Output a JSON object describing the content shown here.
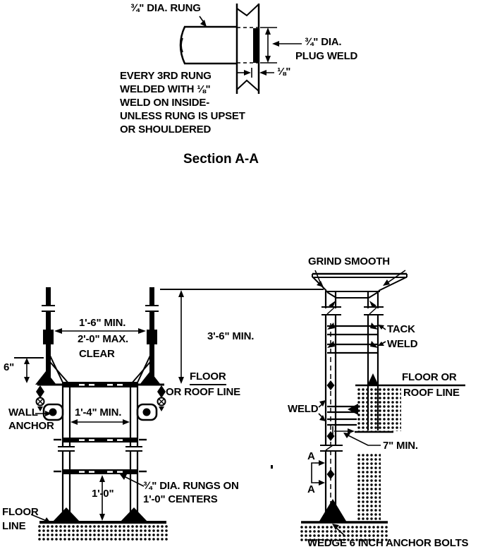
{
  "section_aa": {
    "rung_dia": "¾\" DIA. RUNG",
    "plug_weld_line1": "¾\" DIA.",
    "plug_weld_line2": "PLUG WELD",
    "eighth_dim": "⅛\"",
    "note_line1": "EVERY 3RD RUNG",
    "note_line2": "WELDED WITH ⅛\"",
    "note_line3": "WELD ON INSIDE-",
    "note_line4": "UNLESS RUNG IS UPSET",
    "note_line5": "OR SHOULDERED",
    "title": "Section A-A"
  },
  "left_ladder": {
    "dim_width_min": "1'-6\" MIN.",
    "dim_width_max": "2'-0\" MAX.",
    "dim_width_clear": "CLEAR",
    "dim_extension": "3'-6\" MIN.",
    "dim_six": "6\"",
    "floor_roof_line1": "FLOOR",
    "floor_roof_line2": "OR ROOF LINE",
    "wall_anchor_line1": "WALL",
    "wall_anchor_line2": "ANCHOR",
    "dim_rail": "1'-4\" MIN.",
    "dim_spacing": "1'-0\"",
    "rungs_note_line1": "¾\" DIA. RUNGS ON",
    "rungs_note_line2": "1'-0\" CENTERS",
    "floor_label_line1": "FLOOR",
    "floor_label_line2": "LINE"
  },
  "right_ladder": {
    "grind": "GRIND SMOOTH",
    "tack_line1": "TACK",
    "tack_line2": "WELD",
    "floor_roof_line1": "FLOOR OR",
    "floor_roof_line2": "ROOF LINE",
    "weld": "WELD",
    "dim_embed": "7\" MIN.",
    "section_cut_top": "A",
    "section_cut_bottom": "A",
    "anchor_note": "WEDGE 6 INCH ANCHOR BOLTS"
  },
  "colors": {
    "ink": "#000000",
    "paper": "#ffffff"
  }
}
